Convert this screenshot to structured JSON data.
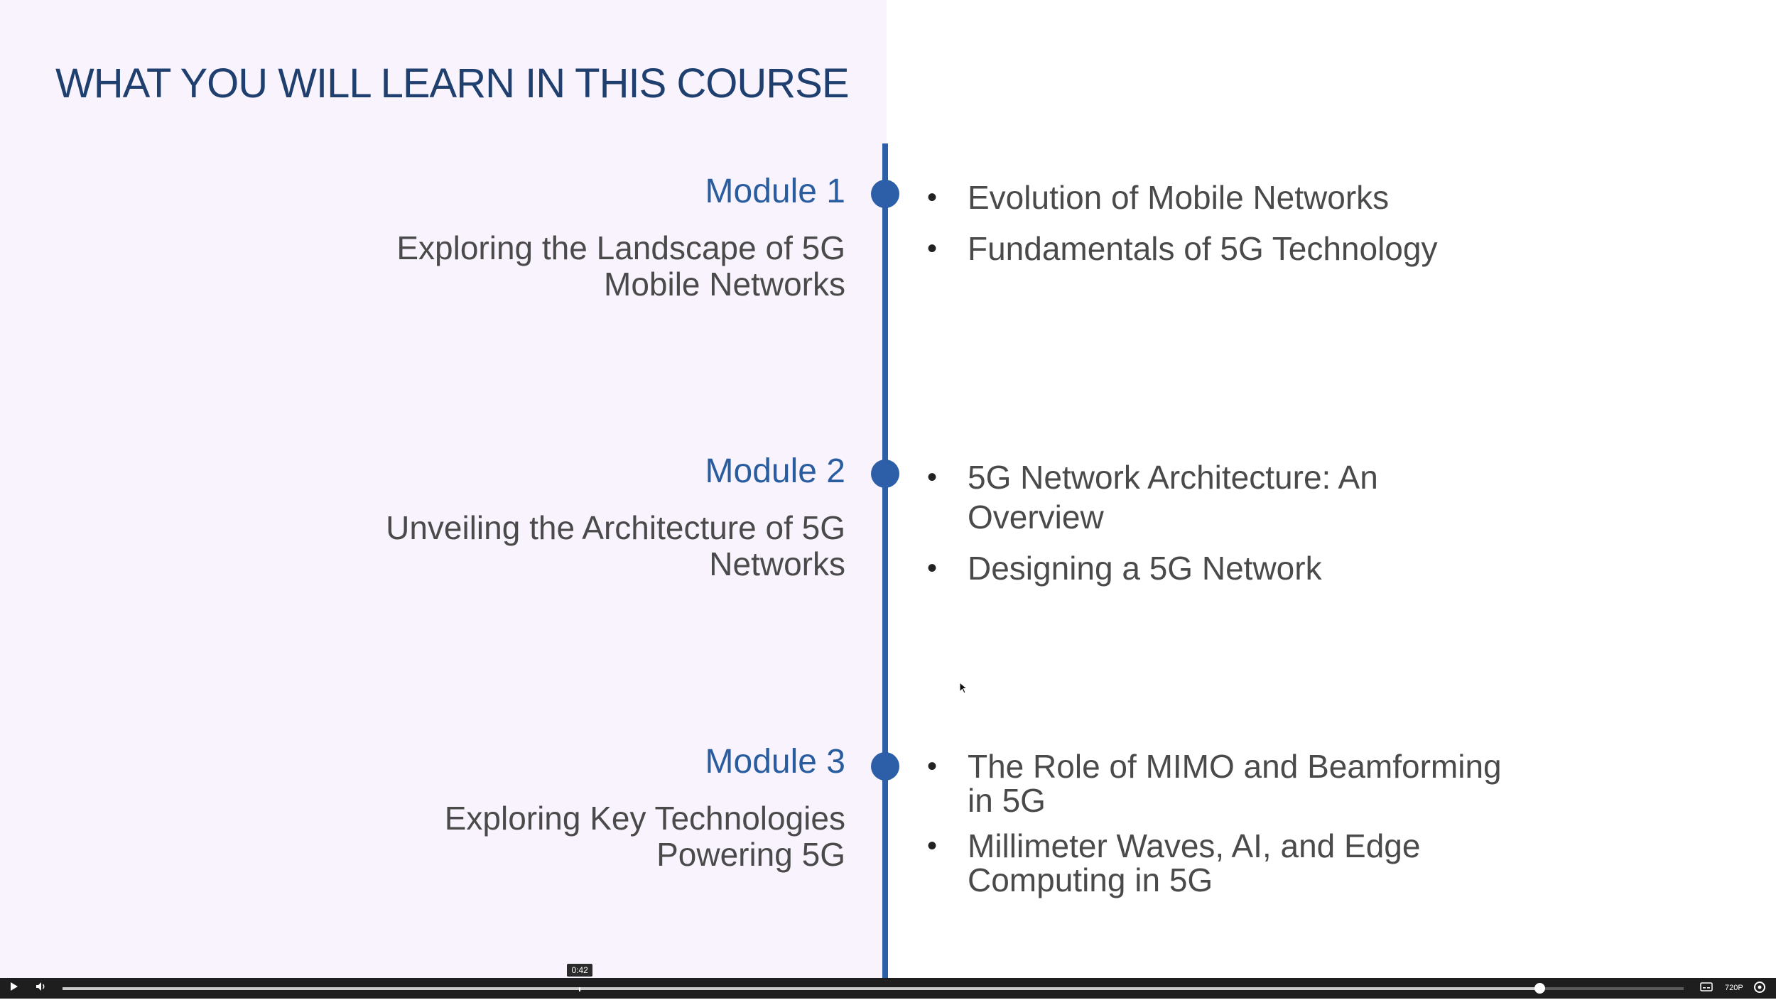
{
  "slide": {
    "title": "WHAT YOU WILL LEARN IN THIS COURSE",
    "modules": [
      {
        "label": "Module 1",
        "description_lines": [
          "Exploring the Landscape of 5G",
          "Mobile Networks"
        ],
        "topics": [
          [
            "Evolution of Mobile Networks"
          ],
          [
            "Fundamentals of 5G Technology"
          ]
        ]
      },
      {
        "label": "Module 2",
        "description_lines": [
          "Unveiling the Architecture of 5G",
          "Networks"
        ],
        "topics": [
          [
            "5G Network Architecture: An",
            "Overview"
          ],
          [
            "Designing a 5G Network"
          ]
        ]
      },
      {
        "label": "Module 3",
        "description_lines": [
          "Exploring Key Technologies",
          "Powering 5G"
        ],
        "topics": [
          [
            "The Role of MIMO and Beamforming",
            "in 5G"
          ],
          [
            "Millimeter Waves, AI, and Edge",
            "Computing in 5G"
          ]
        ]
      }
    ],
    "colors": {
      "title": "#1f3f6e",
      "accent": "#2d5fa8",
      "text": "#4a4a4a",
      "left_background": "#f8f3fc"
    }
  },
  "player": {
    "hover_time": "0:42",
    "current_time": "2:00",
    "played_fraction": 0.911,
    "hover_fraction": 0.319,
    "quality": "720P",
    "icons": {
      "play": "play-icon",
      "volume": "volume-icon",
      "captions": "captions-icon",
      "settings": "settings-icon"
    }
  }
}
